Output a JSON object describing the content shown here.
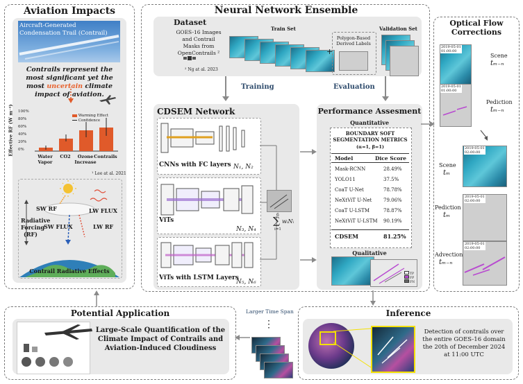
{
  "aviation": {
    "title": "Aviation Impacts",
    "photo_caption": "Aircraft-Generated Condensation Trail (Contrail)",
    "statement_pre": "Contrails represent the most significant yet the most ",
    "statement_uncertain": "uncertain",
    "statement_post": " climate impact of aviation.",
    "bar_chart": {
      "ylabel": "Effective RF (W m⁻²)",
      "yticks": [
        "100%",
        "80%",
        "60%",
        "40%",
        "20%",
        "0%"
      ],
      "legend": [
        "Warming Effect",
        "Confidence"
      ],
      "categories": [
        "Water Vapor",
        "CO2",
        "Ozone Increase",
        "Contrails"
      ],
      "citation": "¹ Lee at al. 2021"
    },
    "rf_diagram": {
      "sw_rf": "SW RF",
      "lw_flux": "LW FLUX",
      "radiative_forcing": "Radiative Forcing (RF)",
      "sw_flux": "SW FLUX",
      "lw_rf": "LW RF",
      "caption": "Contrail Radiative Effects"
    }
  },
  "ensemble": {
    "title": "Neural Network Ensemble",
    "dataset": {
      "title": "Dataset",
      "source": "GOES-16 Images and Contrail Masks from OpenContrails ²",
      "citation": "² Ng at al. 2023",
      "train_set": "Train Set",
      "plus": "+",
      "polygon_labels": "Polygon-Based Derived Labels",
      "validation_set": "Validation Set"
    },
    "training_label": "Training",
    "evaluation_label": "Evaluation",
    "cdsem": {
      "title": "CDSEM Network",
      "cnn_label": "CNNs with FC layers",
      "cnn_n": "N₁, N₂",
      "vit_label": "ViTs",
      "vit_n": "N₃, N₄",
      "vitlstm_label": "ViTs with LSTM Layers",
      "vitlstm_n": "N₅, N₆",
      "sum_top": "6",
      "sum_symbol": "∑",
      "sum_bottom": "i=1",
      "sum_term": "wᵢNᵢ"
    },
    "performance": {
      "title": "Performance Assesment",
      "quantitative": "Quantitative",
      "metrics_title": "BOUNDARY SOFT SEGMENTATION METRICS",
      "metrics_params": "(α=1, β=1)",
      "col_model": "Model",
      "col_dice": "Dice Score",
      "rows": [
        {
          "model": "Mask-RCNN",
          "dice": "28.49%"
        },
        {
          "model": "YOLO11",
          "dice": "37.5%"
        },
        {
          "model": "CoaT U-Net",
          "dice": "78.78%"
        },
        {
          "model": "NeXtViT U-Net",
          "dice": "79.06%"
        },
        {
          "model": "CoaT U-LSTM",
          "dice": "78.87%"
        },
        {
          "model": "NeXtViT U-LSTM",
          "dice": "90.19%"
        }
      ],
      "final_model": "CDSEM",
      "final_dice": "81.25%",
      "qualitative": "Qualitative",
      "qual_legend": [
        "TP",
        "FP",
        "FN"
      ]
    }
  },
  "optical_flow": {
    "title": "Optical Flow Corrections",
    "scene_prev": "Scene",
    "scene_prev_t": "tₘ₋ₙ",
    "pred_prev": "Pediction",
    "pred_prev_t": "tₘ₋ₙ",
    "scene_cur": "Scene",
    "scene_cur_t": "tₘ",
    "pred_cur": "Pediction",
    "pred_cur_t": "tₘ",
    "adv": "Advection",
    "adv_t": "tₘ₋ₙ",
    "stamps": [
      "2019-05-01\n01:00:00",
      "2019-05-01\n01:00:00",
      "2019-05-01\n02:00:00",
      "2019-05-01\n02:00:00",
      "2019-05-01\n02:00:00"
    ]
  },
  "application": {
    "title": "Potential Application",
    "text": "Large-Scale Quantification of the Climate Impact of Contrails and Aviation-Induced Cloudiness"
  },
  "inference": {
    "title": "Inference",
    "larger_time_span": "Larger Time Span",
    "dots": "⋮",
    "detection_text": "Detection of contrails over the entire GOES-16 domain the 20th of December 2024 at 11:00 UTC"
  },
  "colors": {
    "accent_red": "#e05a2a",
    "panel_grey": "#e9e9e9",
    "arrow_grey": "#8a8a8a",
    "uncertain_orange": "#e8612c",
    "contrail_magenta": "#b84ad0"
  }
}
